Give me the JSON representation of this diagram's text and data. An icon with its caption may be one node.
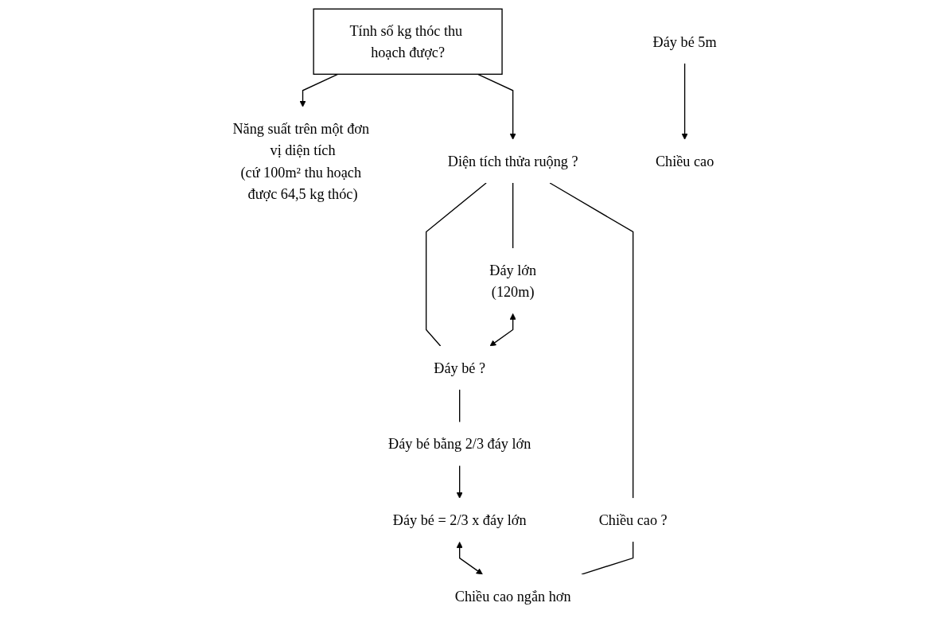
{
  "diagram": {
    "nodes": [
      {
        "text": [
          "Tính số kg thóc thu hoạch được?"
        ]
      },
      {
        "text": [
          "Năng suất trên một đơn vị diện tích",
          "(cứ 100m² thu hoạch được 64,5 kg thóc)"
        ]
      },
      {
        "text": [
          "Diện tích thửa ruộng ?"
        ]
      },
      {
        "text": [
          "Đáy lớn",
          "(120m)"
        ]
      },
      {
        "text": [
          "Đáy bé ?"
        ]
      },
      {
        "text": [
          "Chiều cao ?"
        ]
      },
      {
        "text": [
          "Đáy bé bằng 2/3 đáy lớn"
        ]
      },
      {
        "text": [
          "Đáy bé = 2/3 x đáy lớn"
        ]
      },
      {
        "text": [
          "Chiều cao ngắn hơn"
        ]
      },
      {
        "text": [
          "Đáy bé 5m"
        ]
      },
      {
        "text": [
          "Chiều cao"
        ]
      }
    ],
    "edges": [
      {
        "from": 0,
        "to": 1,
        "arrow": "to"
      },
      {
        "from": 0,
        "to": 2,
        "arrow": "to"
      },
      {
        "from": 2,
        "to": 3,
        "arrow": "none"
      },
      {
        "from": 2,
        "to": 4,
        "arrow": "none"
      },
      {
        "from": 2,
        "to": 5,
        "arrow": "none"
      },
      {
        "from": 3,
        "to": 4,
        "arrow": "both"
      },
      {
        "from": 4,
        "to": 6,
        "arrow": "none"
      },
      {
        "from": 6,
        "to": 7,
        "arrow": "to"
      },
      {
        "from": 7,
        "to": 8,
        "arrow": "both"
      },
      {
        "from": 5,
        "to": 8,
        "arrow": "none"
      },
      {
        "from": 9,
        "to": 10,
        "arrow": "to"
      }
    ]
  }
}
